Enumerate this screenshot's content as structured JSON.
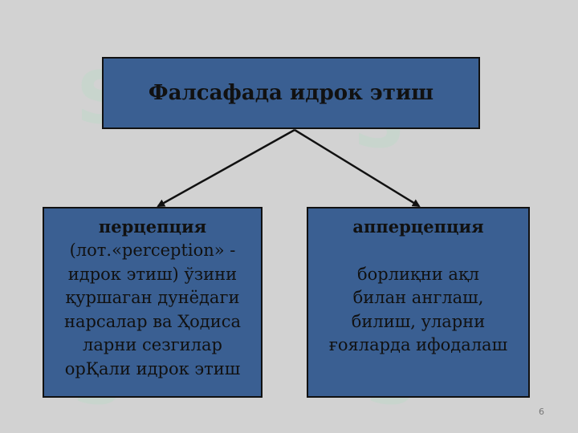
{
  "title": "Фалсафада идрок этиш",
  "left": {
    "heading": "перцепция",
    "lines": [
      "(лот.«perception» -",
      "идрок этиш) ўзини",
      "қуршаган дунёдаги",
      "нарсалар ва Ҳодиса",
      "ларни сезгилар",
      "орҚали идрок этиш"
    ]
  },
  "right": {
    "heading": "апперцепция",
    "lines": [
      "борлиқни ақл",
      "билан англаш,",
      "билиш, уларни",
      "ғояларда ифодалаш"
    ]
  },
  "page_number": "6",
  "colors": {
    "background": "#d2d2d2",
    "box_fill": "#3a5f92",
    "box_border": "#111111"
  }
}
